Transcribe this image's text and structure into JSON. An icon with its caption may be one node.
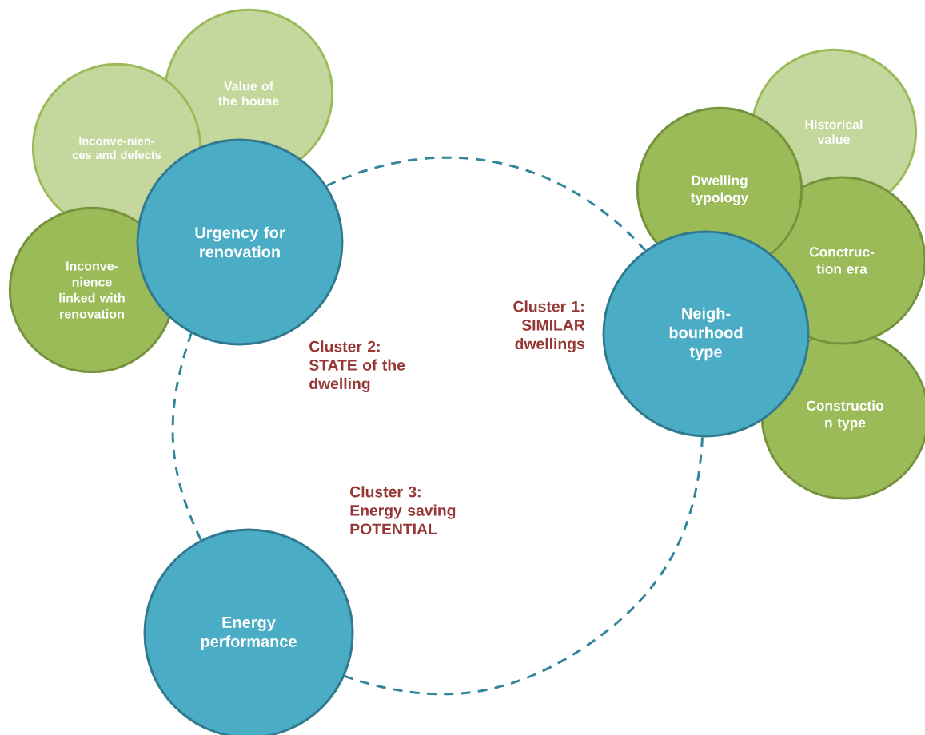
{
  "diagram": {
    "nodes": [
      {
        "text": [
          "Value of the house"
        ]
      },
      {
        "text": [
          "Inconve-nien- ces and defects"
        ]
      },
      {
        "text": [
          "Inconve- nience linked with renovation"
        ]
      },
      {
        "text": [
          "Urgency for renovation"
        ]
      },
      {
        "text": [
          "Historical value"
        ]
      },
      {
        "text": [
          "Dwelling typology"
        ]
      },
      {
        "text": [
          "Conctruc- tion era"
        ]
      },
      {
        "text": [
          "Neigh- bourhood type"
        ]
      },
      {
        "text": [
          "Constructio n type"
        ]
      },
      {
        "text": [
          "Energy performance"
        ]
      }
    ],
    "edges": [
      {
        "from": 3,
        "to": 7,
        "arrow": "none",
        "style": "dashed"
      },
      {
        "from": 7,
        "to": 9,
        "arrow": "none",
        "style": "dashed"
      },
      {
        "from": 9,
        "to": 3,
        "arrow": "none",
        "style": "dashed"
      }
    ],
    "labels": [
      "Cluster 1: SIMILAR dwellings",
      "Cluster 2: STATE of the dwelling",
      "Cluster 3: Energy saving POTENTIAL"
    ]
  }
}
